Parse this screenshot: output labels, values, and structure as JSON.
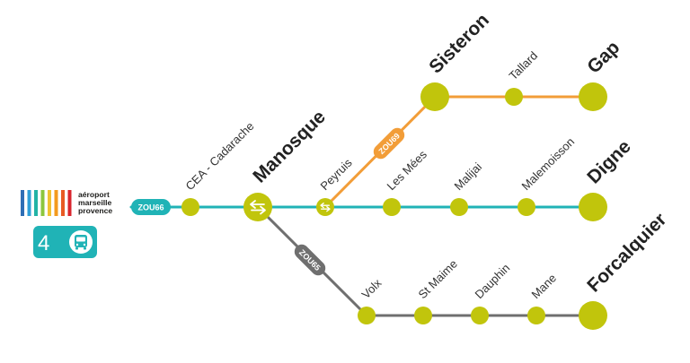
{
  "brand": {
    "logo_lines": [
      "aéroport",
      "marseille",
      "provence"
    ],
    "stripe_colors": [
      "#2f6eb5",
      "#2f9fd8",
      "#22b3a6",
      "#8cc63f",
      "#f1c232",
      "#f39a1e",
      "#e85a24",
      "#d9262e"
    ],
    "badge_number": "4",
    "badge_icon": "bus-icon",
    "badge_color": "#20b3b6"
  },
  "colors": {
    "zou66": "#20b3b6",
    "zou69": "#f29d38",
    "zou65": "#6f6f6f",
    "stop": "#c1c50c"
  },
  "lines": [
    {
      "id": "zou66",
      "label": "ZOU66"
    },
    {
      "id": "zou69",
      "label": "ZOU69"
    },
    {
      "id": "zou65",
      "label": "ZOU65"
    }
  ],
  "stops": [
    {
      "id": "cea",
      "name": "CEA - Cadarache"
    },
    {
      "id": "manosque",
      "name": "Manosque",
      "major": true,
      "interchange": true
    },
    {
      "id": "peyruis",
      "name": "Peyruis",
      "interchange": true
    },
    {
      "id": "lesmees",
      "name": "Les Mées"
    },
    {
      "id": "malijai",
      "name": "Malijai"
    },
    {
      "id": "malemoisson",
      "name": "Malemoisson"
    },
    {
      "id": "digne",
      "name": "Digne",
      "major": true
    },
    {
      "id": "sisteron",
      "name": "Sisteron",
      "major": true
    },
    {
      "id": "tallard",
      "name": "Tallard"
    },
    {
      "id": "gap",
      "name": "Gap",
      "major": true
    },
    {
      "id": "volx",
      "name": "Volx"
    },
    {
      "id": "stmaime",
      "name": "St Maime"
    },
    {
      "id": "dauphin",
      "name": "Dauphin"
    },
    {
      "id": "mane",
      "name": "Mane"
    },
    {
      "id": "forcalquier",
      "name": "Forcalquier",
      "major": true
    }
  ]
}
